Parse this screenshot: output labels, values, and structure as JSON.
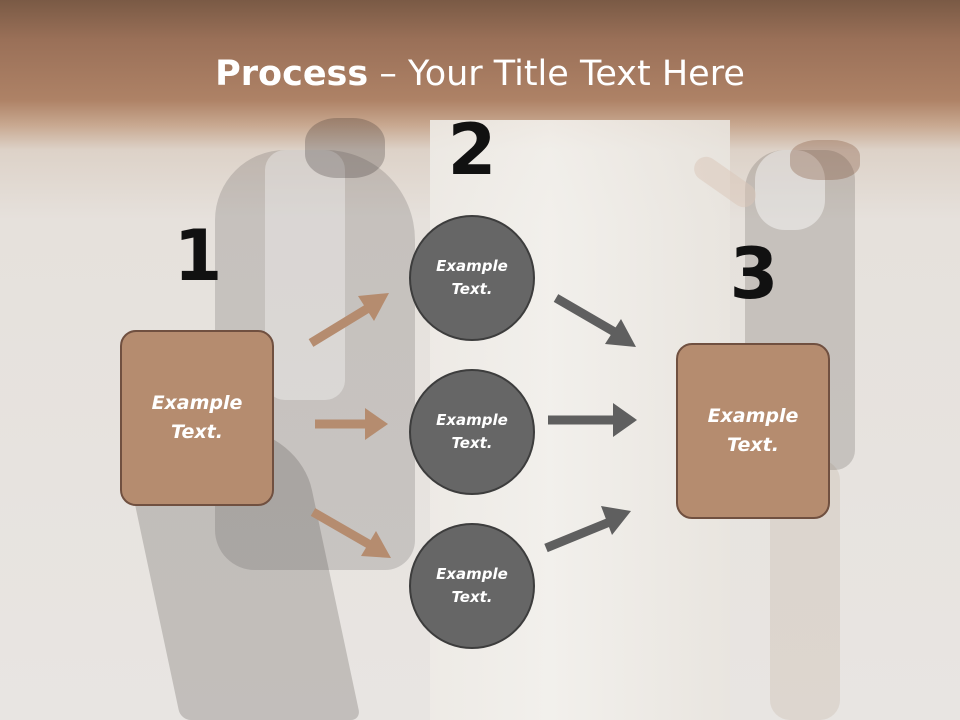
{
  "slide": {
    "title_bold": "Process",
    "title_rest": " – Your Title Text Here",
    "steps": [
      {
        "number": "1"
      },
      {
        "number": "2"
      },
      {
        "number": "3"
      }
    ],
    "left_box": {
      "line1": "Example",
      "line2": "Text."
    },
    "circles": [
      {
        "line1": "Example",
        "line2": "Text."
      },
      {
        "line1": "Example",
        "line2": "Text."
      },
      {
        "line1": "Example",
        "line2": "Text."
      }
    ],
    "right_box": {
      "line1": "Example",
      "line2": "Text."
    }
  },
  "colors": {
    "box_fill": "#b58c6f",
    "circle_fill": "#666666",
    "arrow_brown": "#b58c6f",
    "arrow_gray": "#5f5f5f",
    "title_band": "#9a7058"
  }
}
